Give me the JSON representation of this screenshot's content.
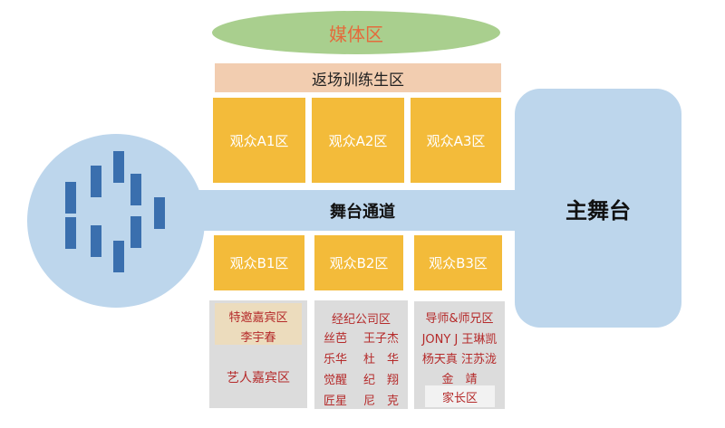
{
  "media_zone": "媒体区",
  "returning_trainees_zone": "返场训练生区",
  "audience_a": [
    "观众A1区",
    "观众A2区",
    "观众A3区"
  ],
  "stage_channel": "舞台通道",
  "main_stage": "主舞台",
  "audience_b": [
    "观众B1区",
    "观众B2区",
    "观众B3区"
  ],
  "guest_box": {
    "special_guest_title": "特邀嘉宾区",
    "special_guest_name": "李宇春",
    "artist_guest_title": "艺人嘉宾区"
  },
  "agency_box": {
    "title": "经纪公司区",
    "rows": [
      [
        "丝芭",
        "王子杰"
      ],
      [
        "乐华",
        "杜　华"
      ],
      [
        "觉醒",
        "纪　翔"
      ],
      [
        "匠星",
        "尼　克"
      ]
    ]
  },
  "mentor_box": {
    "title": "导师&师兄区",
    "rows": [
      "JONY J 王琳凯",
      "杨天真 汪苏泷",
      "金　靖"
    ],
    "family_zone": "家长区"
  },
  "colors": {
    "audience": "#f3bb3a",
    "stage": "#bdd6ec",
    "media": "#a9cf8e",
    "return": "#f2cdb0",
    "bar": "#3a6fae"
  }
}
